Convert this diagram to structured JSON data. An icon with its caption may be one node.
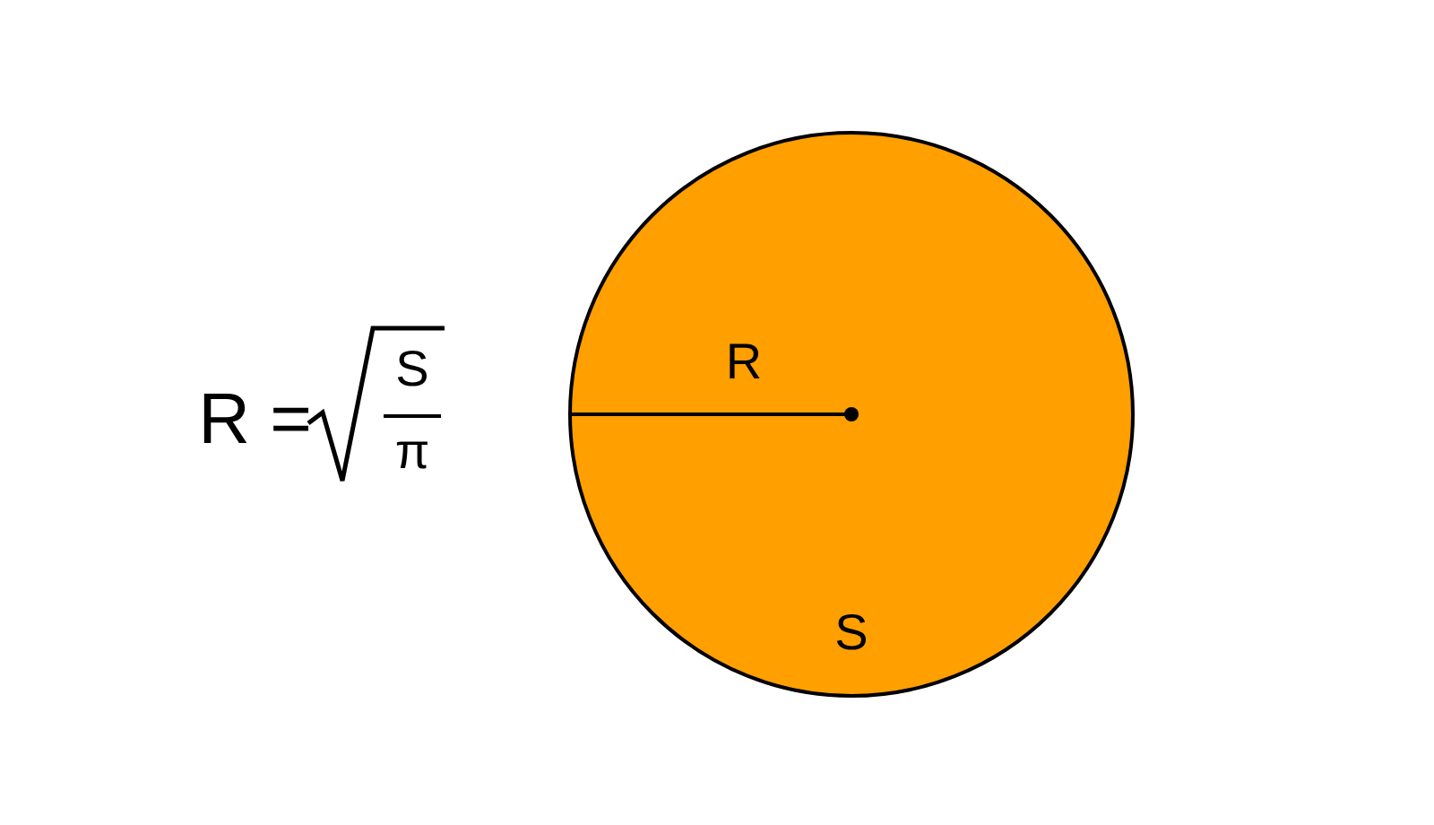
{
  "diagram": {
    "nodes": [
      {
        "text": [
          "S"
        ]
      }
    ],
    "labels": [
      "R",
      "R =",
      "S",
      "π"
    ]
  }
}
